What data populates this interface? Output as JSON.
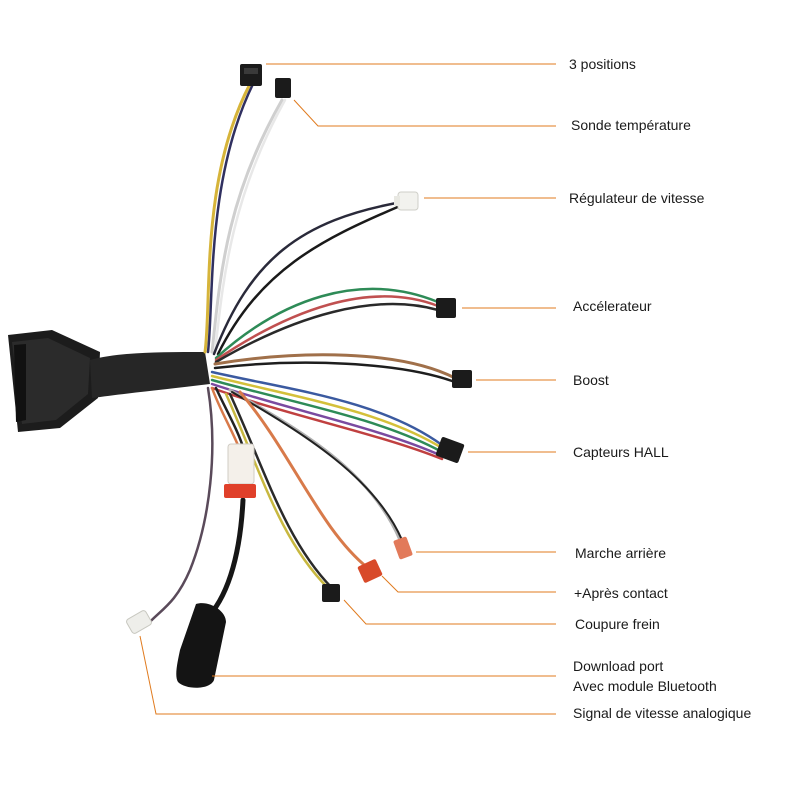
{
  "labels": {
    "trois_positions": "3 positions",
    "sonde_temperature": "Sonde température",
    "regulateur_vitesse": "Régulateur de vitesse",
    "accelerateur": "Accélerateur",
    "boost": "Boost",
    "capteurs_hall": "Capteurs HALL",
    "marche_arriere": "Marche arrière",
    "apres_contact": "+Après contact",
    "coupure_frein": "Coupure frein",
    "download_port": "Download port",
    "module_bluetooth": "Avec module Bluetooth",
    "signal_vitesse": "Signal de vitesse analogique"
  },
  "colors": {
    "leader": "#e07b1f",
    "text": "#1a1a1a",
    "connector": "#1b1b1b",
    "sheath": "#262626"
  }
}
